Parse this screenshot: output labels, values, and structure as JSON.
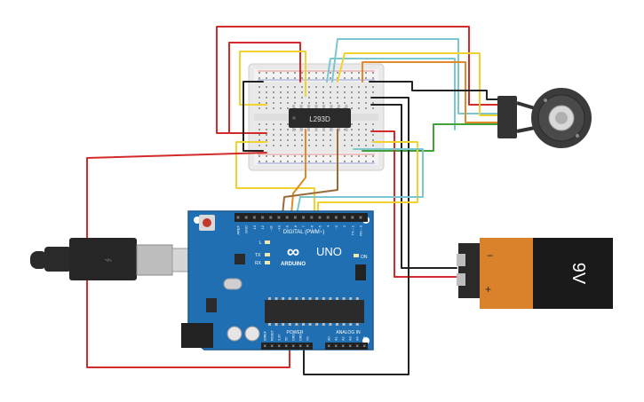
{
  "breadboard": {
    "ic_label": "L293D"
  },
  "arduino": {
    "brand": "ARDUINO",
    "model": "UNO",
    "logo_symbol": "∞",
    "digital_label": "DIGITAL (PWM~)",
    "analog_label": "ANALOG IN",
    "power_label": "POWER",
    "on_label": "ON",
    "l_label": "L",
    "tx_label": "TX",
    "rx_label": "RX",
    "digital_pins": [
      "AREF",
      "GND",
      "13",
      "12",
      "~11",
      "~10",
      "~9",
      "8",
      "7",
      "~6",
      "~5",
      "4",
      "~3",
      "2",
      "TX→1",
      "RX←0"
    ],
    "power_pins": [
      "IOREF",
      "RESET",
      "3.3V",
      "5V",
      "GND",
      "GND",
      "Vin"
    ],
    "analog_pins": [
      "A0",
      "A1",
      "A2",
      "A3",
      "A4",
      "A5"
    ]
  },
  "battery": {
    "label": "9V",
    "minus": "−",
    "plus": "+",
    "color_orange": "#d9822b",
    "color_black": "#1a1a1a"
  },
  "colors": {
    "wire_red": "#d42a2a",
    "wire_black": "#222222",
    "wire_yellow": "#f2d22e",
    "wire_cyan": "#7cc7cf",
    "wire_green": "#43a13a",
    "wire_orange": "#e08a2a",
    "wire_brown": "#9a6a3a",
    "arduino_blue": "#1f6fb2"
  }
}
